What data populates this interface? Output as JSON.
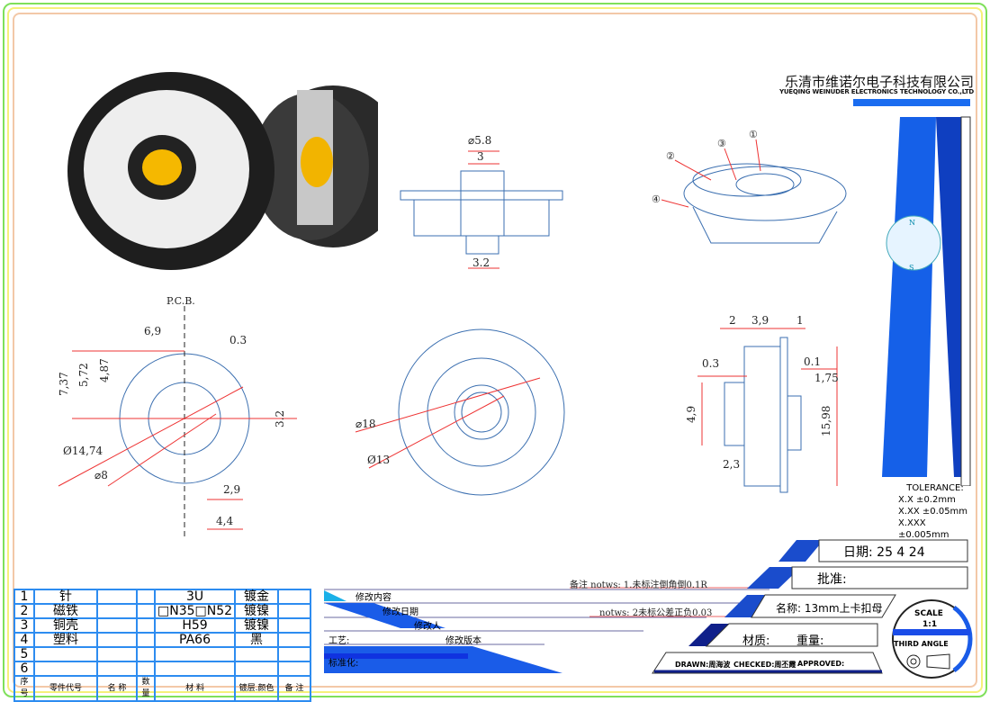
{
  "company": {
    "name_cn": "乐清市维诺尔电子科技有限公司",
    "name_en": "YUEQING WEINUDER ELECTRONICS TECHNOLOGY CO.,LTD"
  },
  "views": {
    "top": {
      "dia": "⌀5.8",
      "w": "3",
      "h": "3.2"
    },
    "iso": {
      "c1": "①",
      "c2": "②",
      "c3": "③",
      "c4": "④"
    },
    "front": {
      "pcb": "P.C.B.",
      "d1": "6,9",
      "d2": "0.3",
      "d3": "7,37",
      "d4": "5,72",
      "d5": "4,87",
      "d6": "3.2",
      "d7": "Ø14,74",
      "d8": "⌀8",
      "d9": "2,9",
      "d10": "4,4"
    },
    "circle": {
      "d1": "⌀18",
      "d2": "Ø13"
    },
    "side": {
      "d1": "2",
      "d2": "3,9",
      "d3": "1",
      "d4": "0.3",
      "d5": "0.1",
      "d6": "1,75",
      "d7": "4,9",
      "d8": "15,98",
      "d9": "2,3"
    }
  },
  "tolerance": {
    "title": "TOLERANCE:",
    "l1": "X.X  ±0.2mm",
    "l2": "X.XX  ±0.05mm",
    "l3": "X.XXX ±0.005mm"
  },
  "parts": {
    "rows": [
      {
        "no": "1",
        "code": "针",
        "name": "",
        "qty": "",
        "mat": "3U",
        "finish": "镀金",
        "note": ""
      },
      {
        "no": "2",
        "code": "磁铁",
        "name": "",
        "qty": "",
        "mat": "□N35□N52",
        "finish": "镀镍",
        "note": ""
      },
      {
        "no": "3",
        "code": "铜壳",
        "name": "",
        "qty": "",
        "mat": "H59",
        "finish": "镀镍",
        "note": ""
      },
      {
        "no": "4",
        "code": "塑料",
        "name": "",
        "qty": "",
        "mat": "PA66",
        "finish": "黑",
        "note": ""
      },
      {
        "no": "5",
        "code": "",
        "name": "",
        "qty": "",
        "mat": "",
        "finish": "",
        "note": ""
      },
      {
        "no": "6",
        "code": "",
        "name": "",
        "qty": "",
        "mat": "",
        "finish": "",
        "note": ""
      }
    ],
    "headers": [
      "序号",
      "零件代号",
      "名 称",
      "数量",
      "材 料",
      "镀层.颜色",
      "备 注"
    ]
  },
  "revision": {
    "content": "修改内容",
    "date": "修改日期",
    "person": "修改人",
    "process": "工艺:",
    "version": "修改版本",
    "standard": "标准化:"
  },
  "notes": {
    "n1": "备注  notws: 1.未标注倒角倒0.1R",
    "n2": "notws: 2未标公差正负0.03"
  },
  "title_block": {
    "date": "日期: 25 4 24",
    "approve": "批准:",
    "name": "名称: 13mm上卡扣母",
    "material": "材质:",
    "weight": "重量:",
    "drawn": "DRAWN:周海波",
    "checked": "CHECKED:周丕霞",
    "approved": "APPROVED:",
    "scale": "SCALE",
    "scale_val": "1:1",
    "angle": "THIRD ANGLE"
  }
}
